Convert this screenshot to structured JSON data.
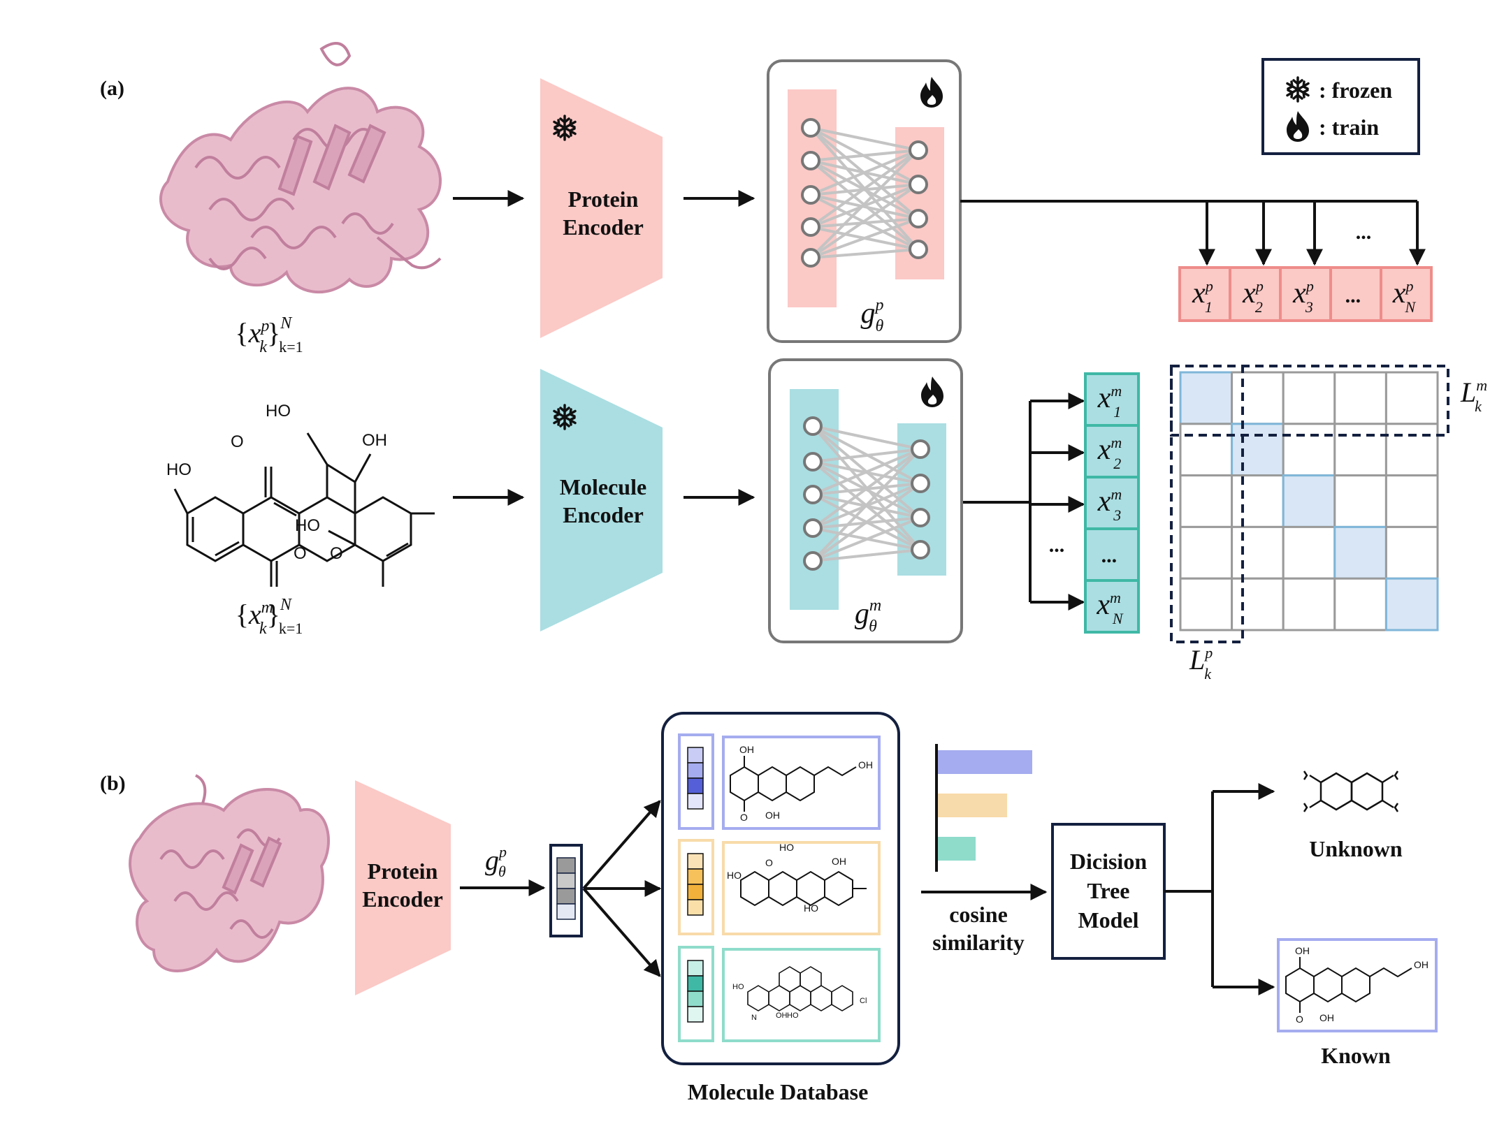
{
  "panel_a": {
    "label": "(a)",
    "protein_set_label": "{x_k^p}_{k=1}^N",
    "molecule_set_label": "{x_k^m}_{k=1}^N",
    "protein_encoder": [
      "Protein",
      "Encoder"
    ],
    "molecule_encoder": [
      "Molecule",
      "Encoder"
    ],
    "protein_projection": "g_θ^p",
    "molecule_projection": "g_θ^m",
    "legend": {
      "frozen": ": frozen",
      "train": ": train"
    },
    "protein_embeddings": [
      "x_1^p",
      "x_2^p",
      "x_3^p",
      "...",
      "x_N^p"
    ],
    "molecule_embeddings": [
      "x_1^m",
      "x_2^m",
      "x_3^m",
      "...",
      "x_N^m"
    ],
    "ellipsis": "...",
    "loss_row": "L_k^m",
    "loss_col": "L_k^p",
    "similarity_matrix_size": 5
  },
  "panel_b": {
    "label": "(b)",
    "protein_encoder": [
      "Protein",
      "Encoder"
    ],
    "projection": "g_θ^p",
    "database_title": "Molecule Database",
    "cosine_label": [
      "cosine",
      "similarity"
    ],
    "similarity_bars": [
      0.9,
      0.66,
      0.36
    ],
    "decision_tree": [
      "Dicision",
      "Tree",
      "Model"
    ],
    "unknown_label": "Unknown",
    "known_label": "Known"
  },
  "chem_text": {
    "ho": "HO",
    "oh": "OH",
    "o": "O",
    "n": "N",
    "cl": "Cl"
  },
  "colors": {
    "protein": "#fbc9c6",
    "protein_dark": "#ee8d8a",
    "molecule": "#aadee2",
    "molecule_dark": "#3fb8a6",
    "navy": "#14203f",
    "grid_highlight": "#d9e6f5",
    "grid_highlight_border": "#7fb6d9",
    "purple": "#a5acef",
    "orange": "#f8dbaa",
    "teal": "#8fdccb",
    "ribbon": "#d9a1b8"
  }
}
